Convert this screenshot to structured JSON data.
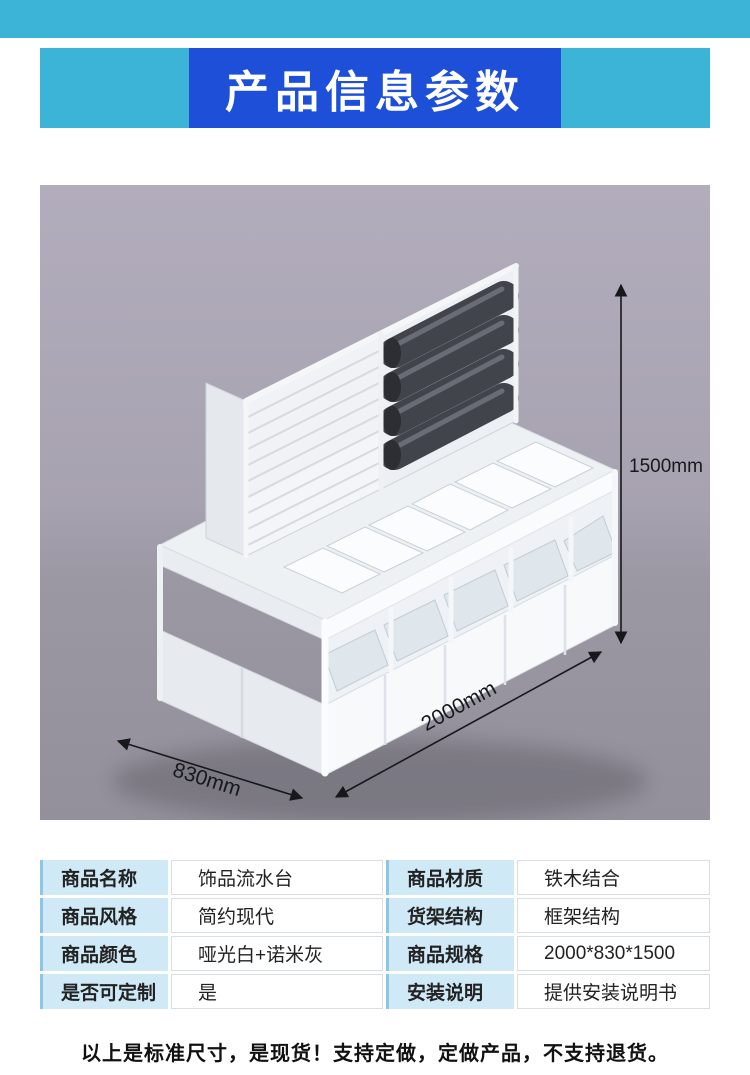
{
  "header": {
    "title": "产品信息参数"
  },
  "scene": {
    "dims": {
      "height": "1500mm",
      "length": "2000mm",
      "depth": "830mm"
    }
  },
  "spec_table": {
    "rows": [
      {
        "label1": "商品名称",
        "value1": "饰品流水台",
        "label2": "商品材质",
        "value2": "铁木结合"
      },
      {
        "label1": "商品风格",
        "value1": "简约现代",
        "label2": "货架结构",
        "value2": "框架结构"
      },
      {
        "label1": "商品颜色",
        "value1": "哑光白+诺米灰",
        "label2": "商品规格",
        "value2": "2000*830*1500"
      },
      {
        "label1": "是否可定制",
        "value1": "是",
        "label2": "安装说明",
        "value2": "提供安装说明书"
      }
    ]
  },
  "footer": {
    "note": "以上是标准尺寸，是现货！支持定做，定做产品，不支持退货。"
  },
  "colors": {
    "cyan": "#3bb4d8",
    "blue": "#1d4fd8",
    "scene_top": "#b2adbc",
    "scene_bottom": "#93909b",
    "label_bg": "#cfe9f7"
  }
}
